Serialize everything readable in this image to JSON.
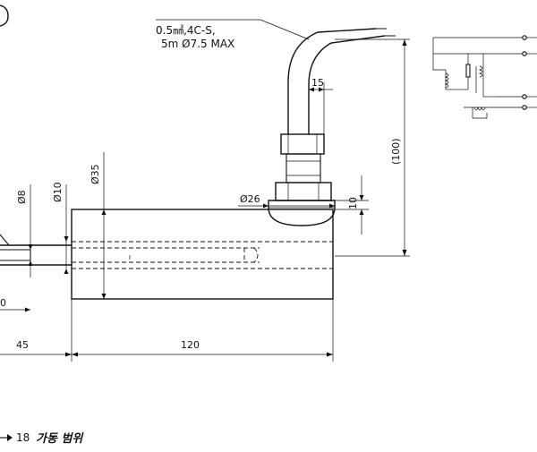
{
  "cable": {
    "line1": "0.5㎟,4C-S,",
    "line2": "5m Ø7.5 MAX"
  },
  "dimensions": {
    "d15": "15",
    "d100": "(100)",
    "d35": "Ø35",
    "d10v": "Ø10",
    "d8": "Ø8",
    "d26": "Ø26",
    "d10h": "10",
    "d45": "45",
    "d120": "120",
    "dLeft": "0"
  },
  "footer": {
    "number": "18",
    "title": "가동 범위"
  },
  "colors": {
    "ink": "#111111",
    "background": "#ffffff"
  }
}
